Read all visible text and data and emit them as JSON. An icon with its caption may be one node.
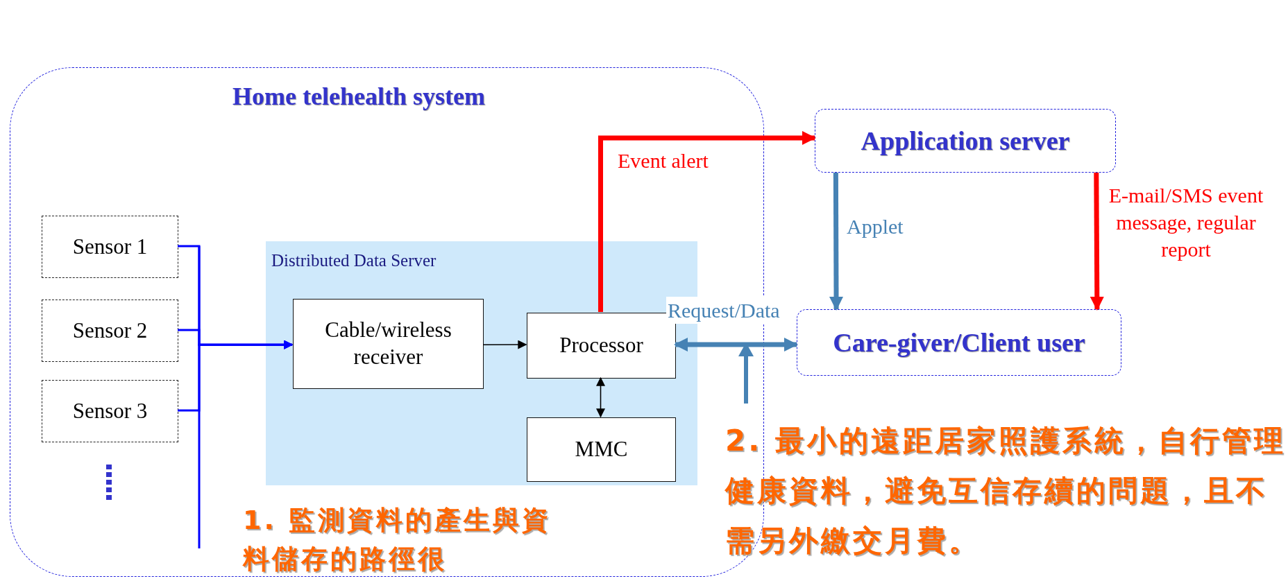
{
  "diagram": {
    "nodes": [
      {
        "text": [
          "Home telehealth system"
        ]
      },
      {
        "text": [
          "Sensor 1"
        ],
        "in": 0
      },
      {
        "text": [
          "Sensor 2"
        ],
        "in": 0
      },
      {
        "text": [
          "Sensor 3"
        ],
        "in": 0
      },
      {
        "text": [
          "Distributed Data Server"
        ],
        "in": 0
      },
      {
        "text": [
          "Cable/wireless receiver"
        ],
        "in": 4
      },
      {
        "text": [
          "Processor"
        ],
        "in": 4
      },
      {
        "text": [
          "MMC"
        ],
        "in": 4
      },
      {
        "text": [
          "Application server"
        ]
      },
      {
        "text": [
          "Care-giver/Client user"
        ]
      }
    ],
    "edges": [
      {
        "from": 1,
        "to": 5,
        "arrow": "to",
        "color": "#0000ff"
      },
      {
        "from": 2,
        "to": 5,
        "arrow": "to",
        "color": "#0000ff"
      },
      {
        "from": 3,
        "to": 5,
        "arrow": "to",
        "color": "#0000ff"
      },
      {
        "from": 5,
        "to": 6,
        "arrow": "to",
        "color": "#000000"
      },
      {
        "from": 6,
        "to": 7,
        "arrow": "both",
        "color": "#000000"
      },
      {
        "from": 6,
        "to": 8,
        "arrow": "to",
        "label": "Event alert",
        "style": "thick",
        "color": "#ff0000"
      },
      {
        "from": 8,
        "to": 9,
        "arrow": "to",
        "label": "Applet",
        "style": "thick",
        "color": "#4682b4"
      },
      {
        "from": 8,
        "to": 9,
        "arrow": "to",
        "label": "E-mail/SMS event message, regular report",
        "style": "thick",
        "color": "#ff0000"
      },
      {
        "from": 6,
        "to": 9,
        "arrow": "both",
        "label": "Request/Data",
        "style": "thick",
        "color": "#4682b4"
      }
    ],
    "labels": [
      "1. 監測資料的產生與資料儲存的路徑很",
      "2. 最小的遠距居家照護系統，自行管理健康資料，避免互信存續的問題，且不需另外繳交月費。"
    ]
  }
}
